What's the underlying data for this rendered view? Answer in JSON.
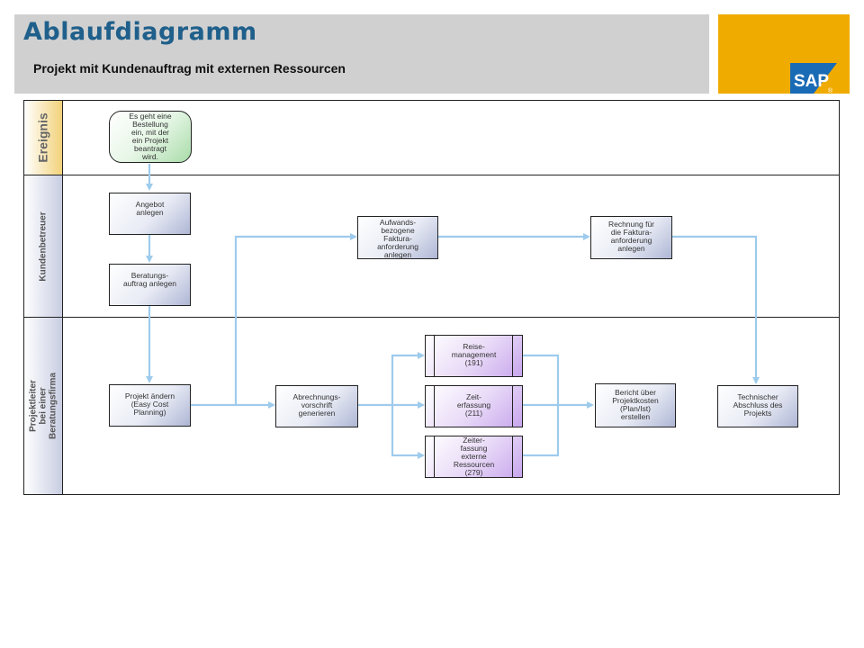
{
  "header": {
    "title": "Ablaufdiagramm",
    "subtitle": "Projekt mit Kundenauftrag mit externen Ressourcen"
  },
  "logo": {
    "text": "SAP",
    "registered": "®",
    "colors": {
      "background": "#f0ab00",
      "mark": "#1a6bb5"
    }
  },
  "lanes": [
    {
      "label": "Ereignis"
    },
    {
      "label": "Kundenbetreuer"
    },
    {
      "label": "Projektleiter bei einer\nBeratungsfirma"
    }
  ],
  "nodes": {
    "event_order": "Es geht eine\nBestellung\nein, mit der\nein Projekt\nbeantragt\nwird.",
    "create_quotation": "Angebot\nanlegen",
    "create_consulting_order": "Beratungs-\nauftrag anlegen",
    "create_billing_request": "Aufwands-\nbezogene\nFaktura-\nanforderung\nanlegen",
    "invoice_billing_request": "Rechnung für\ndie Faktura-\nanforderung\nanlegen",
    "change_project": "Projekt ändern\n(Easy Cost\nPlanning)",
    "settlement_rule": "Abrechnungs-\nvorschrift\ngenerieren",
    "travel_mgmt": "Reise-\nmanagement\n(191)",
    "time_recording": "Zeit-\nerfassung\n(211)",
    "external_time": "Zeiter-\nfassung\nexterne\nRessourcen\n(279)",
    "project_cost_report": "Bericht über\nProjektkosten\n(Plan/Ist)\nerstellen",
    "technical_close": "Technischer\nAbschluss des\nProjekts"
  },
  "colors": {
    "title": "#1f5f8b",
    "header_bg": "#d0d0d0",
    "connector": "#9ecbec",
    "event_fill": "#a9dca9",
    "task_fill": "#aeb6d4",
    "subprocess_fill": "#c7a6ec"
  }
}
